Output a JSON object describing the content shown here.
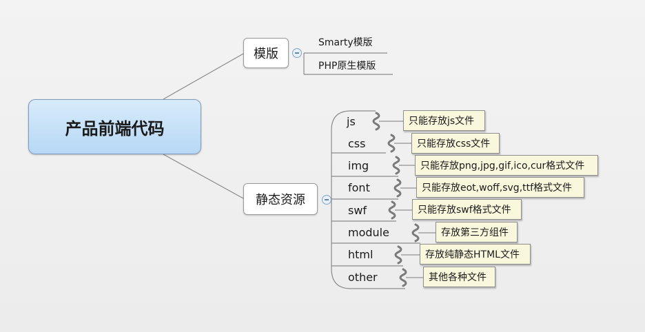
{
  "root": {
    "label": "产品前端代码"
  },
  "branches": [
    {
      "label": "模版",
      "children": [
        "Smarty模版",
        "PHP原生模版"
      ]
    },
    {
      "label": "静态资源",
      "children": [
        {
          "label": "js",
          "note": "只能存放js文件"
        },
        {
          "label": "css",
          "note": "只能存放css文件"
        },
        {
          "label": "img",
          "note": "只能存放png,jpg,gif,ico,cur格式文件"
        },
        {
          "label": "font",
          "note": "只能存放eot,woff,svg,ttf格式文件"
        },
        {
          "label": "swf",
          "note": "只能存放swf格式文件"
        },
        {
          "label": "module",
          "note": "存放第三方组件"
        },
        {
          "label": "html",
          "note": "存放纯静态HTML文件"
        },
        {
          "label": "other",
          "note": "其他各种文件"
        }
      ]
    }
  ],
  "colors": {
    "root_fill": "#c7e1f8",
    "line": "#8a8a8a",
    "note_fill": "#f9f7dc",
    "callout": "#7a7a7a"
  },
  "icons": {
    "collapse": "minus-circle-icon"
  }
}
